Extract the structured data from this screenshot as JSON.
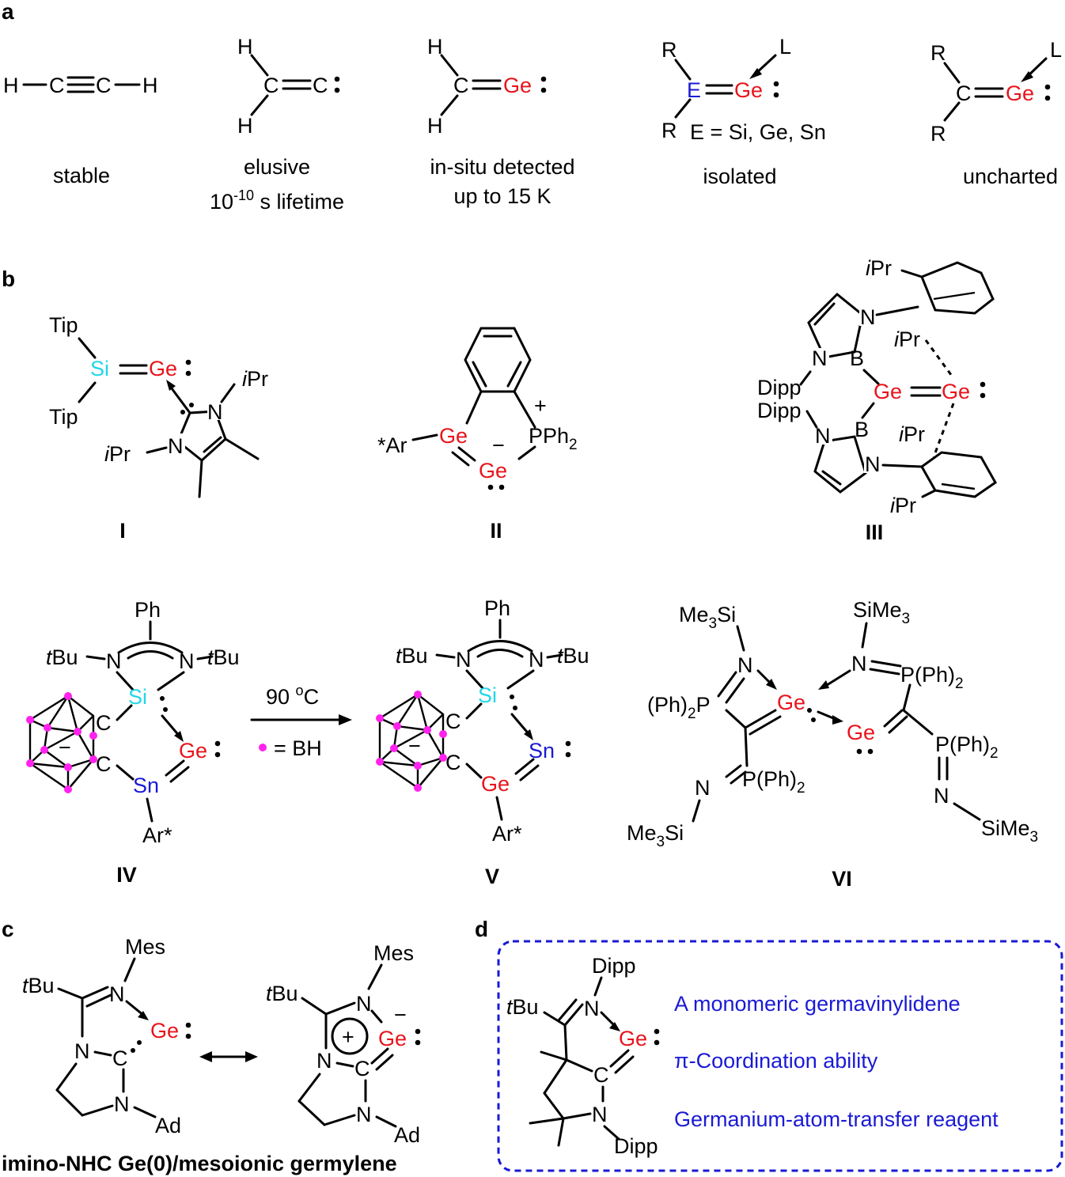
{
  "panels": {
    "a": "a",
    "b": "b",
    "c": "c",
    "d": "d"
  },
  "colors": {
    "germanium": "#e8141c",
    "silicon": "#22d6e8",
    "tin": "#1a1ad4",
    "element_E": "#1a1ad4",
    "boron_hydride_dot": "#ff22ee",
    "highlight_box": "#1a1ad4"
  },
  "panel_a": {
    "captions": {
      "acetylene": "stable",
      "vinylidene_line1": "elusive",
      "vinylidene_line2_base": "10",
      "vinylidene_line2_sup": "-10",
      "vinylidene_line2_rest": " s lifetime",
      "germavinylidene_line1": "in-situ detected",
      "germavinylidene_line2": "up to 15 K",
      "heavy_analog": "isolated",
      "target": "uncharted"
    },
    "heavy_analog_note": "E = Si, Ge, Sn"
  },
  "panel_b": {
    "compound_labels": [
      "I",
      "II",
      "III",
      "IV",
      "V",
      "VI"
    ],
    "reaction_condition_base": "90 ",
    "reaction_condition_sup": "o",
    "reaction_condition_rest": "C",
    "legend": "= BH"
  },
  "panel_c": {
    "caption": "imino-NHC Ge(0)/mesoionic germylene"
  },
  "panel_d": {
    "features": [
      "A monomeric germavinylidene",
      "π-Coordination ability",
      "Germanium-atom-transfer reagent"
    ]
  },
  "atoms": {
    "H": "H",
    "C": "C",
    "Ge": "Ge",
    "Si": "Si",
    "Sn": "Sn",
    "E": "E",
    "R": "R",
    "L": "L",
    "N": "N",
    "B": "B",
    "Tip": "Tip",
    "iPr_i": "i",
    "iPr_rest": "Pr",
    "tBu_t": "t",
    "tBu_rest": "Bu",
    "Ar_star": "*Ar",
    "Ar_star_post": "Ar*",
    "PPh2": "PPh",
    "PPh2_sub": "2",
    "Dipp": "Dipp",
    "Ph": "Ph",
    "Mes": "Mes",
    "Ad": "Ad",
    "Me3Si_a": "Me",
    "Me3Si_sub": "3",
    "Me3Si_b": "Si",
    "SiMe3_a": "SiMe",
    "SiMe3_sub": "3",
    "PPh2_paren": "P(Ph)",
    "PPh2_paren_sub": "2",
    "Ph2P_paren": "(Ph)",
    "Ph2P_paren_sub": "2",
    "Ph2P_tail": "P",
    "plus": "+",
    "minus": "−"
  }
}
